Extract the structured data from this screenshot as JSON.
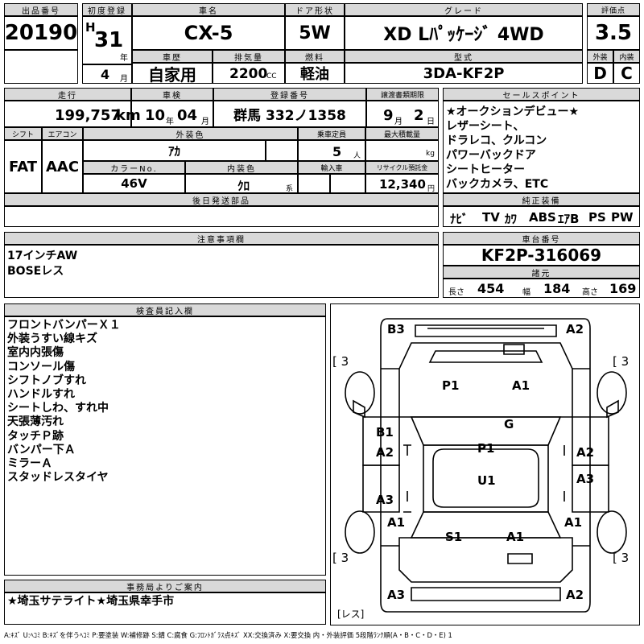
{
  "top": {
    "lot_no_label": "出品番号",
    "lot_no": "20190",
    "first_reg_label": "初度登録",
    "era": "H",
    "first_reg_year": "31",
    "year_unit": "年",
    "first_reg_month": "4",
    "month_unit": "月",
    "car_name_label": "車名",
    "car_name": "CX-5",
    "door_label": "ドア形状",
    "door": "5W",
    "grade_label": "グレード",
    "grade": "XD Lﾊﾟｯｹｰｼﾞ 4WD",
    "score_label": "評価点",
    "score": "3.5",
    "history_label": "車歴",
    "history": "自家用",
    "displacement_label": "排気量",
    "displacement": "2200",
    "cc_unit": "CC",
    "fuel_label": "燃料",
    "fuel": "軽油",
    "model_label": "型式",
    "model": "3DA-KF2P",
    "ext_label": "外装",
    "ext_grade": "D",
    "int_label": "内装",
    "int_grade": "C"
  },
  "row2": {
    "mileage_label": "走行",
    "mileage": "199,757",
    "km_unit": "km",
    "inspection_label": "車検",
    "insp_year": "10",
    "insp_year_unit": "年",
    "insp_month": "04",
    "insp_month_unit": "月",
    "plate_label": "登録番号",
    "plate": "群馬 332ノ1358",
    "transfer_label": "譲渡書類期限",
    "transfer_month": "9",
    "transfer_month_unit": "月",
    "transfer_day": "2",
    "transfer_day_unit": "日",
    "sales_label": "セールスポイント"
  },
  "sales_points": "★オークションデビュー★\nレザーシート、\nドラレコ、クルコン\nパワーバックドア\nシートヒーター\nバックカメラ、ETC",
  "row3": {
    "shift_label": "シフト",
    "shift": "FAT",
    "ac_label": "エアコン",
    "ac": "AAC",
    "ext_color_label": "外装色",
    "ext_color": "ｱｶ",
    "capacity_label": "乗車定員",
    "capacity": "5",
    "capacity_unit": "人",
    "max_load_label": "最大積載量",
    "max_load_unit": "kg",
    "color_no_label": "カラーNo.",
    "color_no": "46V",
    "int_color_label": "内装色",
    "int_color": "ｸﾛ",
    "int_color_unit": "系",
    "import_label": "輸入車",
    "recycle_label": "リサイクル預託金",
    "recycle": "12,340",
    "recycle_unit": "円"
  },
  "later_parts_label": "後日発送部品",
  "equipment_label": "純正装備",
  "equipment": [
    "ﾅﾋﾞ",
    "TV",
    "ｶﾜ",
    "ABS",
    "ｴｱB",
    "PS",
    "PW"
  ],
  "notes_label": "注意事項欄",
  "notes": "17インチAW\nBOSEレス",
  "chassis_label": "車台番号",
  "chassis": "KF2P-316069",
  "specs_label": "諸元",
  "specs": {
    "length_label": "長さ",
    "length": "454",
    "width_label": "幅",
    "width": "184",
    "height_label": "高さ",
    "height": "169"
  },
  "inspector_label": "検査員記入欄",
  "inspector_notes": "フロントバンパーＸ１\n外装うすい線キズ\n室内内張傷\nコンソール傷\nシフトノブすれ\nハンドルすれ\nシートしわ、すれ中\n天張薄汚れ\nタッチＰ跡\nバンパー下Ａ\nミラーＡ\nスタッドレスタイヤ",
  "diagram": {
    "tire": "[ 3 ]",
    "tire_front_left": "[ 3",
    "tire_front_right": "[ 3",
    "tire_rear_left": "[ 3",
    "tire_rear_right": "[ 3",
    "labels": [
      "B3",
      "A2",
      "P1",
      "A1",
      "G",
      "B1",
      "A2",
      "P1",
      "A2",
      "U1",
      "A3",
      "A3",
      "A1",
      "S1",
      "A1",
      "A1",
      "A3",
      "A2"
    ],
    "res": "[レス]"
  },
  "office_label": "事務局よりご案内",
  "office": "★埼玉サテライト★埼玉県幸手市",
  "legend": "A:ｷｽﾞ U:ﾍｺﾐ B:ｷｽﾞを伴うﾍｺﾐ P:要塗装 W:補修跡 S:錆 C:腐食 G:ﾌﾛﾝﾄｶﾞﾗｽ点ｷｽﾞ XX:交換済み X:要交換  内・外装評価  5段階ﾗﾝｸ順(A・B・C・D・E) 1"
}
